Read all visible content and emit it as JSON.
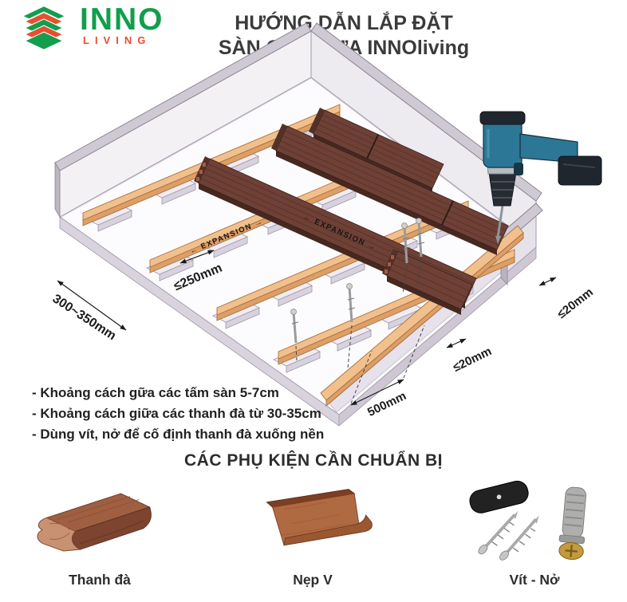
{
  "logo": {
    "name": "INNO",
    "tagline": "LIVING"
  },
  "title": {
    "line1": "HƯỚNG DẪN LẮP ĐẶT",
    "line2": "SÀN GỖ NHỰA INNOliving"
  },
  "diagram": {
    "labels": {
      "pad_spacing": "≤250mm",
      "joist_spacing": "300~350mm",
      "expansion_joist": "← EXPANSION →",
      "expansion_board": "← EXPANSION →",
      "wall_gap_right": "≤20mm",
      "wall_gap_bottom": "≤20mm",
      "screw_spacing": "500mm"
    }
  },
  "notes": {
    "items": [
      "- Khoảng cách gữa các tấm sàn 5-7cm",
      "- Khoảng cách giữa các thanh đà từ 30-35cm",
      "- Dùng vít, nở để cố định thanh đà xuống nền"
    ]
  },
  "accessories": {
    "title": "CÁC PHỤ KIỆN CẦN CHUẨN BỊ",
    "items": [
      {
        "label": "Thanh đà"
      },
      {
        "label": "Nẹp V"
      },
      {
        "label": "Vít - Nở"
      }
    ]
  },
  "colors": {
    "logo_green": "#129e4c",
    "logo_red": "#e94e2e",
    "title_gray": "#3b3b3b",
    "joist_tan": "#f2c08c",
    "board_brown": "#6f4136",
    "drill_teal": "#2c7795"
  }
}
